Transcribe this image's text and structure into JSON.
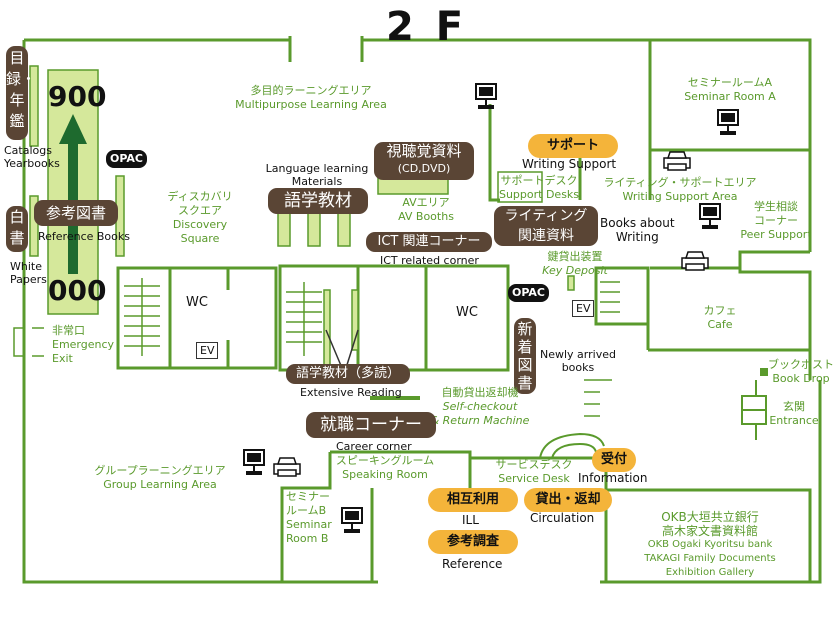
{
  "floor": "2 F",
  "colors": {
    "wall": "#5a9a2c",
    "area_text": "#5a9a2c",
    "shelf_fill": "#d5e89b",
    "dark_label": "#5a4535",
    "highlight_label": "#f4b43a",
    "arrow": "#1e6a2e"
  },
  "zones": {
    "multipurpose": {
      "ja": "多目的ラーニングエリア",
      "en": "Multipurpose Learning Area"
    },
    "seminar_a": {
      "ja": "セミナールームA",
      "en": "Seminar Room A"
    },
    "discovery": {
      "ja1": "ディスカバリ",
      "ja2": "スクエア",
      "en1": "Discovery",
      "en2": "Square"
    },
    "av_booths": {
      "ja": "AVエリア",
      "en": "AV Booths"
    },
    "support_desks": {
      "ja": "サポートデスク",
      "en": "Support Desks"
    },
    "writing_support_area": {
      "ja": "ライティング・サポートエリア",
      "en": "Writing Support Area"
    },
    "peer_support": {
      "ja1": "学生相談",
      "ja2": "コーナー",
      "en": "Peer Support"
    },
    "key_deposit": {
      "ja": "鍵貸出装置",
      "en": "Key Deposit"
    },
    "cafe": {
      "ja": "カフェ",
      "en": "Cafe"
    },
    "book_drop": {
      "ja": "ブックポスト",
      "en": "Book Drop"
    },
    "entrance": {
      "ja": "玄関",
      "en": "Entrance"
    },
    "self_checkout": {
      "ja": "自動貸出返却機",
      "en1": "Self-checkout",
      "en2": "& Return Machine"
    },
    "group_learning": {
      "ja": "グループラーニングエリア",
      "en": "Group Learning Area"
    },
    "speaking_room": {
      "ja": "スピーキングルーム",
      "en": "Speaking Room"
    },
    "service_desk": {
      "ja": "サービスデスク",
      "en": "Service Desk"
    },
    "seminar_b": {
      "ja1": "セミナー",
      "ja2": "ルームB",
      "en1": "Seminar",
      "en2": "Room B"
    },
    "gallery": {
      "ja1": "OKB大垣共立銀行",
      "ja2": "高木家文書資料館",
      "en1": "OKB Ogaki Kyoritsu bank",
      "en2": "TAKAGI Family Documents",
      "en3": "Exhibition Gallery"
    },
    "emergency_exit": {
      "ja": "非常口",
      "en1": "Emergency",
      "en2": "Exit"
    },
    "wc_left": "WC",
    "wc_right": "WC",
    "ev_left": "EV",
    "ev_right": "EV",
    "opac_1": "OPAC",
    "opac_2": "OPAC"
  },
  "labels": {
    "catalogs_ja": "目録・年鑑",
    "catalogs_en1": "Catalogs",
    "catalogs_en2": "Yearbooks",
    "white_ja": "白書",
    "white_en1": "White",
    "white_en2": "Papers",
    "call_top": "900",
    "call_bottom": "000",
    "reference_books_ja": "参考図書",
    "reference_books_en": "Reference Books",
    "language_ja": "語学教材",
    "language_en1": "Language learning",
    "language_en2": "Materials",
    "av_ja": "視聴覚資料",
    "av_sub": "(CD,DVD)",
    "ict_ja": "ICT 関連コーナー",
    "ict_en": "ICT related corner",
    "writing_support_ja": "サポート",
    "writing_support_en": "Writing Support",
    "writing_books_ja1": "ライティング",
    "writing_books_ja2": "関連資料",
    "writing_books_en1": "Books about",
    "writing_books_en2": "Writing",
    "new_ja": "新着図書",
    "new_en1": "Newly arrived",
    "new_en2": "books",
    "extensive_ja": "語学教材（多読）",
    "extensive_en": "Extensive Reading",
    "career_ja": "就職コーナー",
    "career_en": "Career corner",
    "info_ja": "受付",
    "info_en": "Information",
    "ill_ja": "相互利用",
    "ill_en": "ILL",
    "circ_ja": "貸出・返却",
    "circ_en": "Circulation",
    "ref_ja": "参考調査",
    "ref_en": "Reference"
  },
  "icons": [
    "computer-icon",
    "printer-icon",
    "arrow-up-icon"
  ]
}
